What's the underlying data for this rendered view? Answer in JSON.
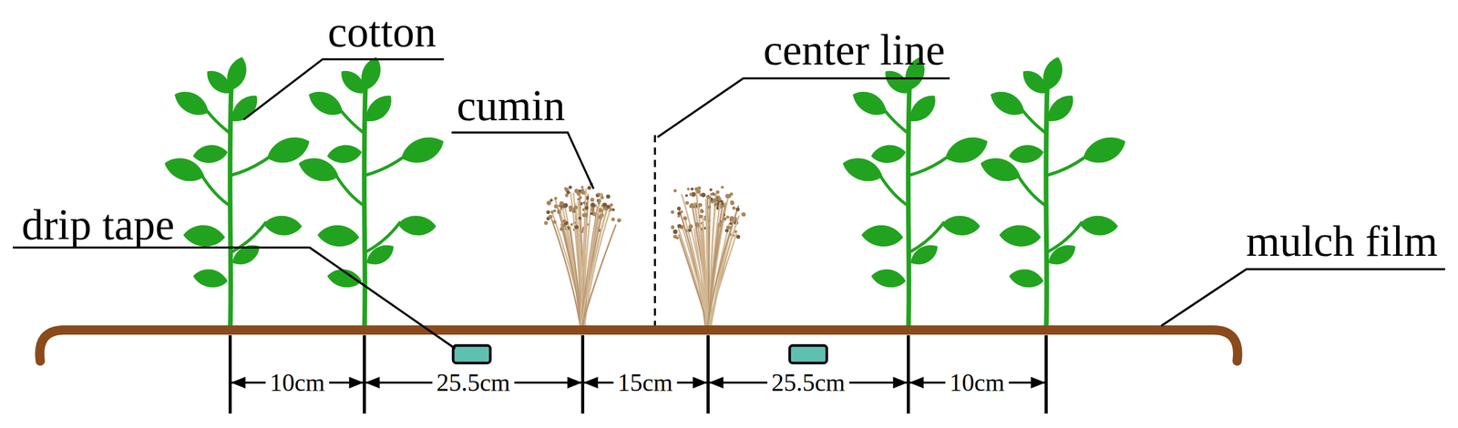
{
  "diagram": {
    "labels": [
      "cotton",
      "center line",
      "cumin",
      "drip tape",
      "mulch film",
      "10cm",
      "25.5cm",
      "15cm",
      "25.5cm",
      "10cm"
    ]
  }
}
